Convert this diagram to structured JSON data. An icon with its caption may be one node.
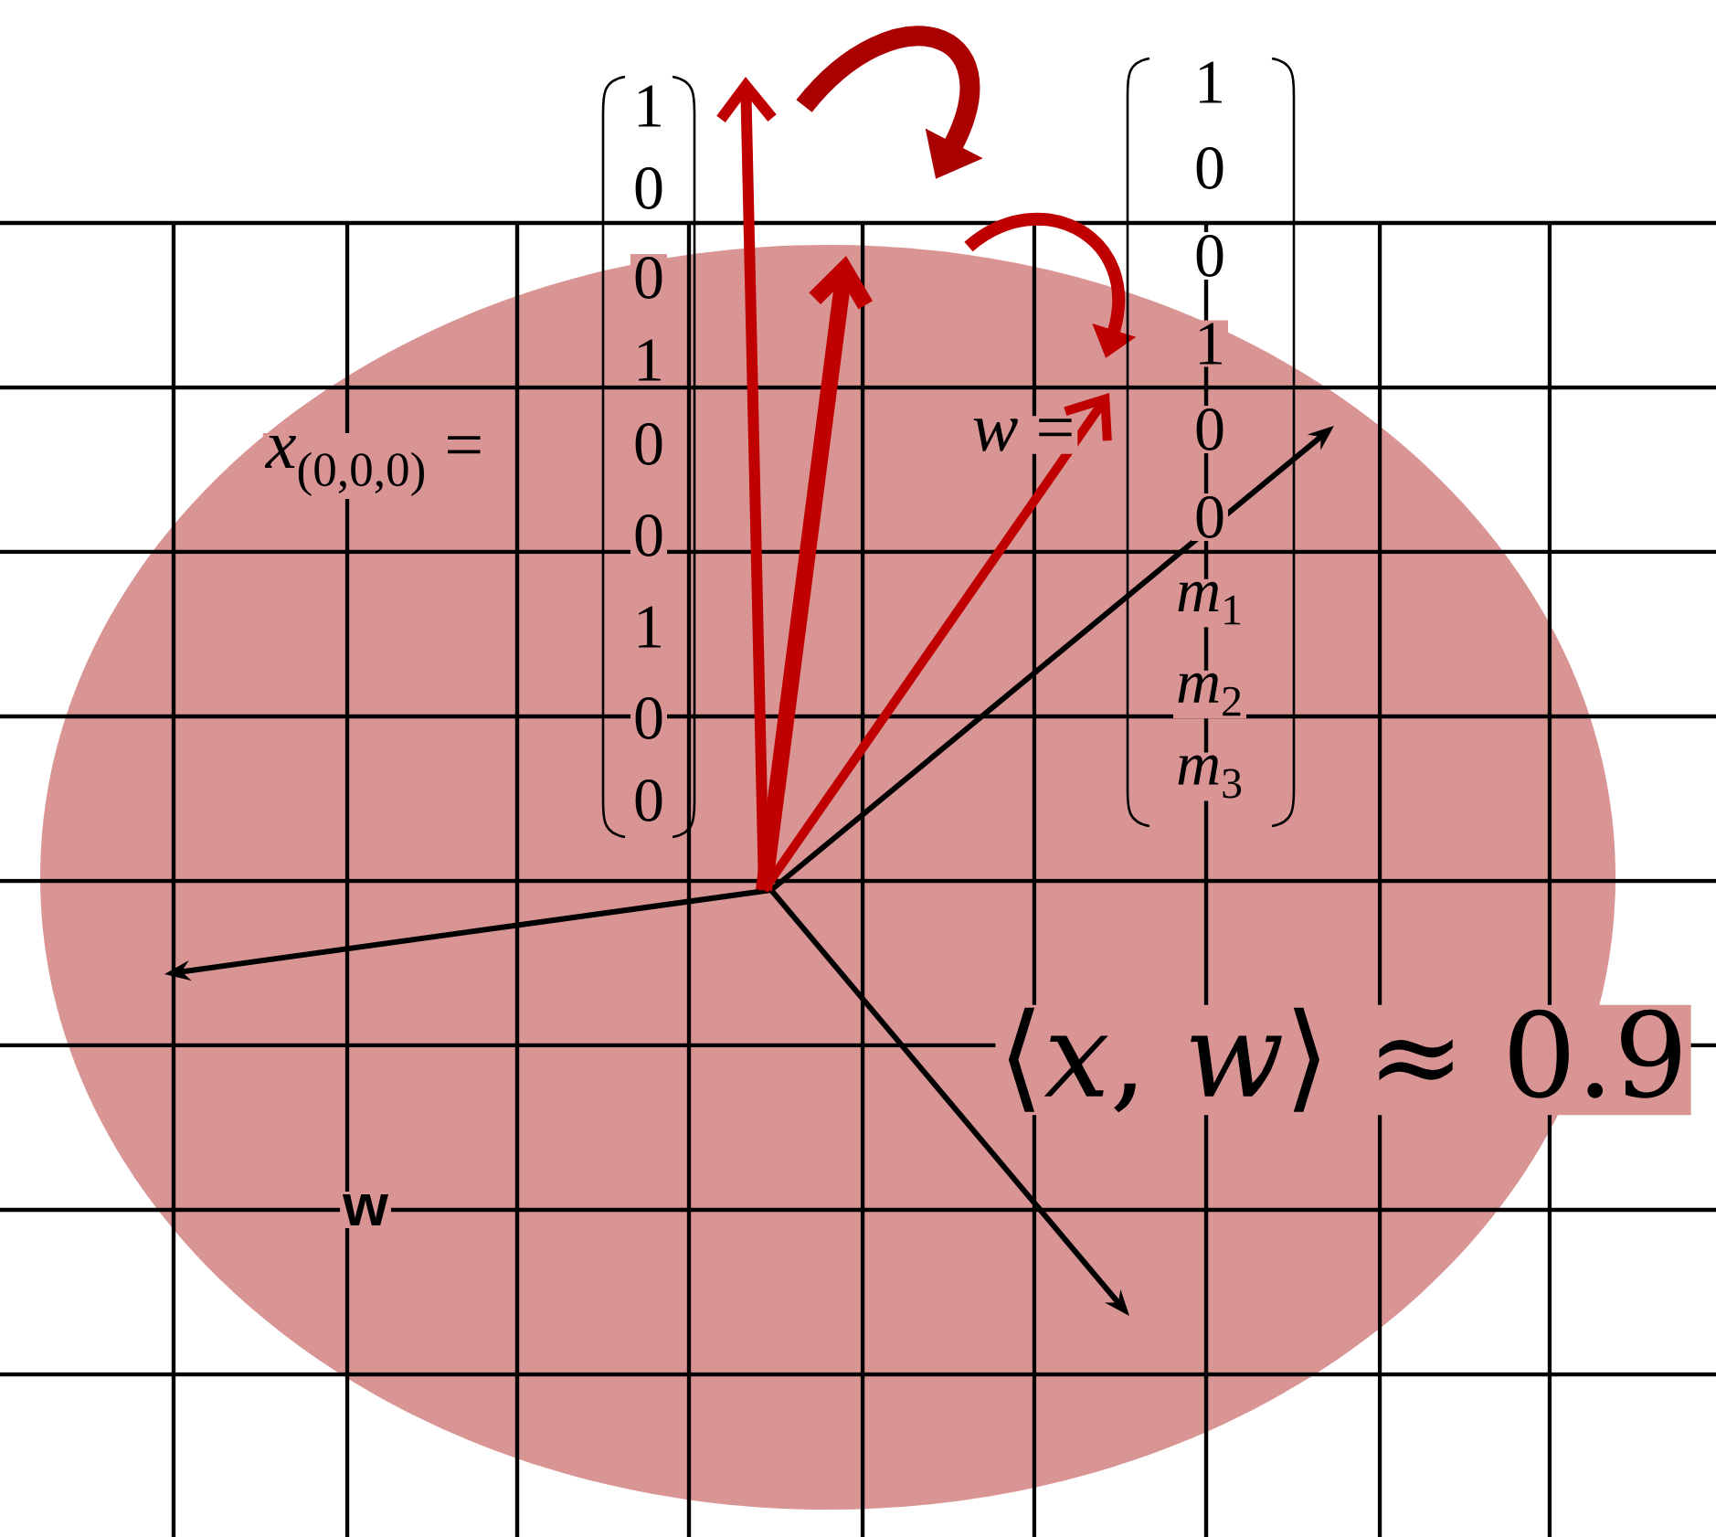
{
  "diagram": {
    "labels": [
      "1",
      "0",
      "0",
      "1",
      "0",
      "0",
      "1",
      "0",
      "0",
      "*x*$_{(0,0,0)}$ =",
      "1",
      "0",
      "0",
      "1",
      "0",
      "0",
      "*m*$_{1}$",
      "*m*$_{2}$",
      "*m*$_{3}$",
      "*w* =",
      "⟨*x*, *w*⟩ ≈ 0.9",
      "w"
    ]
  }
}
